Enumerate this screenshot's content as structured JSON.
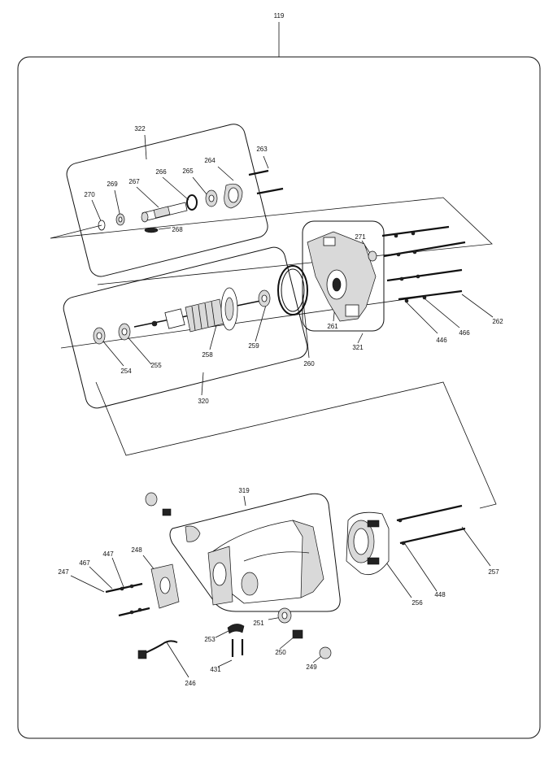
{
  "diagram": {
    "assembly_number": "119",
    "subassemblies": [
      {
        "id": "322",
        "items": [
          "263",
          "264",
          "265",
          "266",
          "267",
          "268",
          "269",
          "270"
        ]
      },
      {
        "id": "321",
        "items": [
          "261",
          "271"
        ]
      },
      {
        "id": "320",
        "items": [
          "254",
          "255",
          "258",
          "259"
        ]
      },
      {
        "id": "319",
        "items": [
          "250",
          "251",
          "253"
        ]
      }
    ],
    "part_labels": [
      "119",
      "322",
      "263",
      "264",
      "265",
      "266",
      "267",
      "268",
      "269",
      "270",
      "271",
      "262",
      "466",
      "446",
      "321",
      "261",
      "260",
      "259",
      "258",
      "255",
      "254",
      "320",
      "319",
      "257",
      "448",
      "256",
      "248",
      "447",
      "467",
      "247",
      "251",
      "253",
      "250",
      "249",
      "431",
      "246"
    ]
  }
}
